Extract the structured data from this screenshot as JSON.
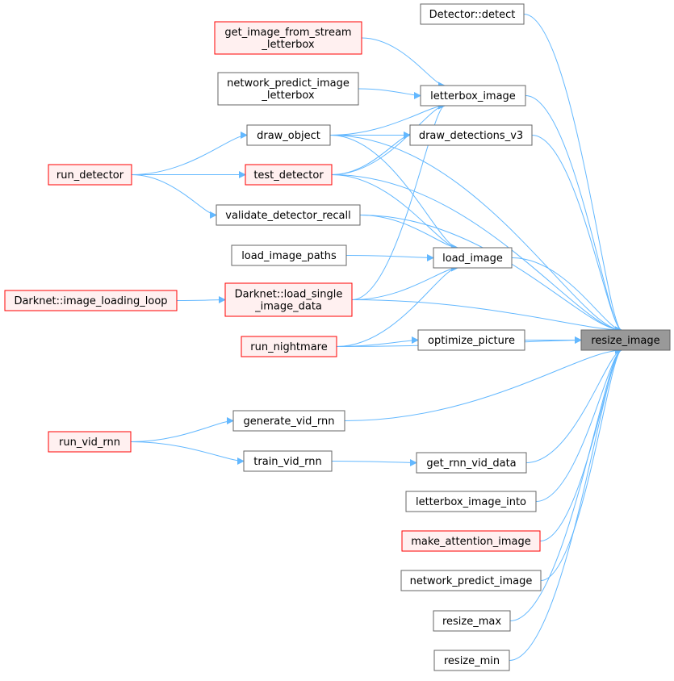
{
  "colors": {
    "edge": "#63b8ff",
    "node_border": "#666666",
    "node_fill": "#ffffff",
    "truncated_border": "#ff0000",
    "truncated_fill": "#fff0f0",
    "root_fill": "#999999",
    "root_border": "#666666",
    "text": "#000000"
  },
  "nodes": [
    {
      "id": "resize_image",
      "lines": [
        "resize_image"
      ],
      "style": "root"
    },
    {
      "id": "detector_detect",
      "lines": [
        "Detector::detect"
      ],
      "style": "normal"
    },
    {
      "id": "get_image_from_stream_letterbox",
      "lines": [
        "get_image_from_stream",
        "_letterbox"
      ],
      "style": "truncated"
    },
    {
      "id": "letterbox_image",
      "lines": [
        "letterbox_image"
      ],
      "style": "normal"
    },
    {
      "id": "network_predict_image_letterbox",
      "lines": [
        "network_predict_image",
        "_letterbox"
      ],
      "style": "normal"
    },
    {
      "id": "draw_object",
      "lines": [
        "draw_object"
      ],
      "style": "normal"
    },
    {
      "id": "draw_detections_v3",
      "lines": [
        "draw_detections_v3"
      ],
      "style": "normal"
    },
    {
      "id": "run_detector",
      "lines": [
        "run_detector"
      ],
      "style": "truncated"
    },
    {
      "id": "test_detector",
      "lines": [
        "test_detector"
      ],
      "style": "truncated"
    },
    {
      "id": "validate_detector_recall",
      "lines": [
        "validate_detector_recall"
      ],
      "style": "normal"
    },
    {
      "id": "load_image_paths",
      "lines": [
        "load_image_paths"
      ],
      "style": "normal"
    },
    {
      "id": "load_image",
      "lines": [
        "load_image"
      ],
      "style": "normal"
    },
    {
      "id": "darknet_image_loading_loop",
      "lines": [
        "Darknet::image_loading_loop"
      ],
      "style": "truncated"
    },
    {
      "id": "darknet_load_single_image_data",
      "lines": [
        "Darknet::load_single",
        "_image_data"
      ],
      "style": "truncated"
    },
    {
      "id": "run_nightmare",
      "lines": [
        "run_nightmare"
      ],
      "style": "truncated"
    },
    {
      "id": "optimize_picture",
      "lines": [
        "optimize_picture"
      ],
      "style": "normal"
    },
    {
      "id": "generate_vid_rnn",
      "lines": [
        "generate_vid_rnn"
      ],
      "style": "normal"
    },
    {
      "id": "run_vid_rnn",
      "lines": [
        "run_vid_rnn"
      ],
      "style": "truncated"
    },
    {
      "id": "train_vid_rnn",
      "lines": [
        "train_vid_rnn"
      ],
      "style": "normal"
    },
    {
      "id": "get_rnn_vid_data",
      "lines": [
        "get_rnn_vid_data"
      ],
      "style": "normal"
    },
    {
      "id": "letterbox_image_into",
      "lines": [
        "letterbox_image_into"
      ],
      "style": "normal"
    },
    {
      "id": "make_attention_image",
      "lines": [
        "make_attention_image"
      ],
      "style": "truncated"
    },
    {
      "id": "network_predict_image",
      "lines": [
        "network_predict_image"
      ],
      "style": "normal"
    },
    {
      "id": "resize_max",
      "lines": [
        "resize_max"
      ],
      "style": "normal"
    },
    {
      "id": "resize_min",
      "lines": [
        "resize_min"
      ],
      "style": "normal"
    }
  ],
  "edges": [
    {
      "from": "detector_detect",
      "to": "resize_image"
    },
    {
      "from": "letterbox_image",
      "to": "resize_image"
    },
    {
      "from": "draw_object",
      "to": "resize_image"
    },
    {
      "from": "draw_detections_v3",
      "to": "resize_image"
    },
    {
      "from": "test_detector",
      "to": "resize_image"
    },
    {
      "from": "validate_detector_recall",
      "to": "resize_image"
    },
    {
      "from": "load_image",
      "to": "resize_image"
    },
    {
      "from": "darknet_load_single_image_data",
      "to": "resize_image"
    },
    {
      "from": "optimize_picture",
      "to": "resize_image"
    },
    {
      "from": "run_nightmare",
      "to": "resize_image"
    },
    {
      "from": "generate_vid_rnn",
      "to": "resize_image"
    },
    {
      "from": "get_rnn_vid_data",
      "to": "resize_image"
    },
    {
      "from": "letterbox_image_into",
      "to": "resize_image"
    },
    {
      "from": "make_attention_image",
      "to": "resize_image"
    },
    {
      "from": "network_predict_image",
      "to": "resize_image"
    },
    {
      "from": "resize_max",
      "to": "resize_image"
    },
    {
      "from": "resize_min",
      "to": "resize_image"
    },
    {
      "from": "get_image_from_stream_letterbox",
      "to": "letterbox_image"
    },
    {
      "from": "network_predict_image_letterbox",
      "to": "letterbox_image"
    },
    {
      "from": "draw_object",
      "to": "letterbox_image"
    },
    {
      "from": "test_detector",
      "to": "letterbox_image"
    },
    {
      "from": "darknet_load_single_image_data",
      "to": "letterbox_image"
    },
    {
      "from": "draw_object",
      "to": "draw_detections_v3"
    },
    {
      "from": "test_detector",
      "to": "draw_detections_v3"
    },
    {
      "from": "draw_object",
      "to": "load_image"
    },
    {
      "from": "test_detector",
      "to": "load_image"
    },
    {
      "from": "validate_detector_recall",
      "to": "load_image"
    },
    {
      "from": "load_image_paths",
      "to": "load_image"
    },
    {
      "from": "darknet_load_single_image_data",
      "to": "load_image"
    },
    {
      "from": "run_nightmare",
      "to": "load_image"
    },
    {
      "from": "run_detector",
      "to": "draw_object"
    },
    {
      "from": "run_detector",
      "to": "test_detector"
    },
    {
      "from": "run_detector",
      "to": "validate_detector_recall"
    },
    {
      "from": "darknet_image_loading_loop",
      "to": "darknet_load_single_image_data"
    },
    {
      "from": "run_nightmare",
      "to": "optimize_picture"
    },
    {
      "from": "run_vid_rnn",
      "to": "generate_vid_rnn"
    },
    {
      "from": "run_vid_rnn",
      "to": "train_vid_rnn"
    },
    {
      "from": "train_vid_rnn",
      "to": "get_rnn_vid_data"
    }
  ]
}
